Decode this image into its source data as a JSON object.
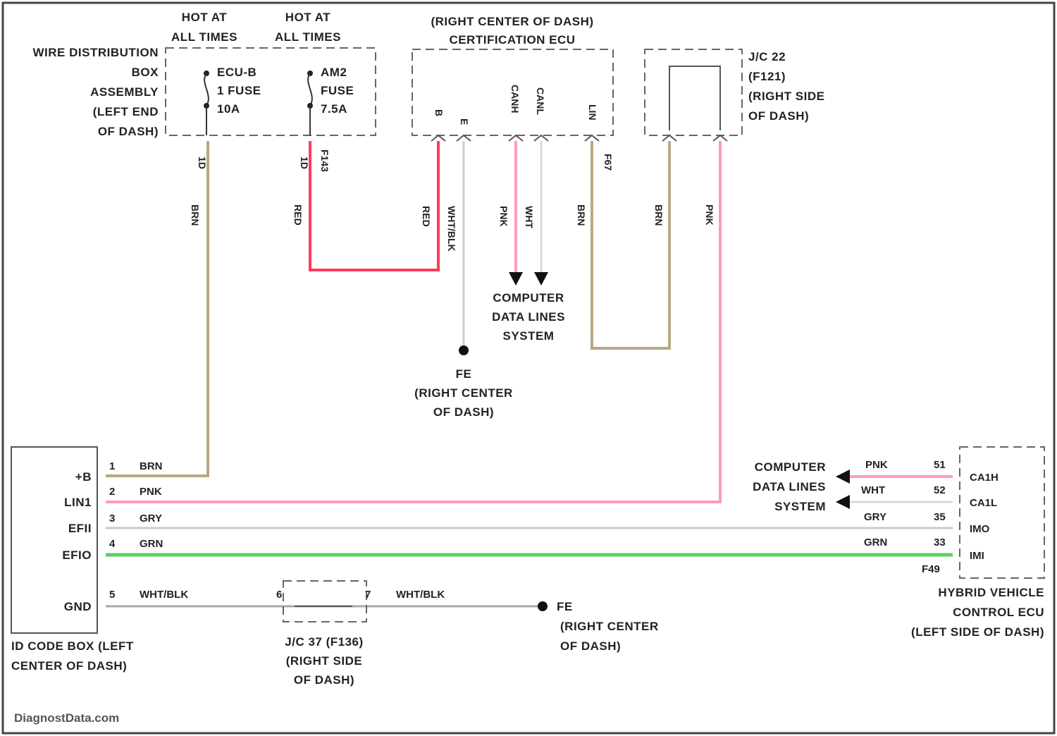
{
  "colors": {
    "brn": "#b8a882",
    "pnk": "#ff9ab8",
    "red": "#ff3b5a",
    "grn": "#5ecf5e",
    "gry": "#c8c8c8",
    "wht": "#d8d8d8",
    "whtblk": "#aaaaaa",
    "frame": "#444444"
  },
  "fuse_ecub": {
    "hot1": "HOT AT",
    "hot2": "ALL TIMES",
    "fuse1": "ECU-B",
    "fuse2": "1 FUSE",
    "fuse3": "10A",
    "conn": "1D"
  },
  "fuse_awd": {
    "hot1": "HOT AT",
    "hot2": "ALL TIMES",
    "fuse1": "AM2",
    "fuse2": "FUSE",
    "fuse3": "7.5A",
    "conn": "1D",
    "conn2": "F143"
  },
  "distribution_box": {
    "line1": "WIRE DISTRIBUTION",
    "line2": "BOX",
    "line3": "ASSEMBLY",
    "line4": "(LEFT END",
    "line5": "OF DASH)"
  },
  "cert_ecu": {
    "line1": "(RIGHT CENTER OF DASH)",
    "line2": "CERTIFICATION ECU",
    "pin_b": "B",
    "pin_e": "E",
    "pin_canh": "CANH",
    "pin_canl": "CANL",
    "pin_lin": "LIN",
    "wire_red": "RED",
    "wire_wtblk": "WHT/BLK",
    "wire_pnk": "PNK",
    "wire_wht": "WHT",
    "wire_brn": "BRN",
    "conn_f67": "F67"
  },
  "jc22": {
    "line1": "J/C 22",
    "line2": "(F121)",
    "line3": "(RIGHT SIDE",
    "line4": "OF DASH)"
  },
  "wires_vertical": {
    "brn": "BRN",
    "red": "RED",
    "brn2": "BRN",
    "pnk2": "PNK"
  },
  "data_lines_top": {
    "line1": "COMPUTER",
    "line2": "DATA LINES",
    "line3": "SYSTEM"
  },
  "ground_fe_top": {
    "name": "FE",
    "line1": "(RIGHT CENTER",
    "line2": "OF DASH)"
  },
  "id_code_box": {
    "pins": [
      "+B",
      "LIN1",
      "EFII",
      "EFIO",
      "GND"
    ],
    "nums": [
      "1",
      "2",
      "3",
      "4",
      "5"
    ],
    "wires": [
      "BRN",
      "PNK",
      "GRY",
      "GRN",
      "WHT/BLK"
    ],
    "label1": "ID CODE BOX (LEFT",
    "label2": "CENTER OF DASH)"
  },
  "jc37": {
    "pin_a": "6",
    "pin_b": "7",
    "wire": "WHT/BLK",
    "line1": "J/C 37 (F136)",
    "line2": "(RIGHT SIDE",
    "line3": "OF DASH)"
  },
  "ground_fe_bottom": {
    "name": "FE",
    "line1": "(RIGHT CENTER",
    "line2": "OF DASH)"
  },
  "data_lines_right": {
    "line1": "COMPUTER",
    "line2": "DATA LINES",
    "line3": "SYSTEM"
  },
  "hybrid_ecu": {
    "pins": [
      "CA1H",
      "CA1L",
      "IMO",
      "IMI"
    ],
    "nums": [
      "51",
      "52",
      "35",
      "33"
    ],
    "wires": [
      "PNK",
      "WHT",
      "GRY",
      "GRN"
    ],
    "conn": "F49",
    "line1": "HYBRID VEHICLE",
    "line2": "CONTROL ECU",
    "line3": "(LEFT SIDE OF DASH)"
  },
  "watermark": "DiagnostData.com"
}
